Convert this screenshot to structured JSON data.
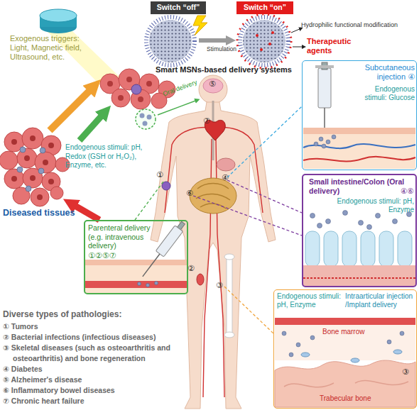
{
  "diagram": {
    "nodes": [
      {
        "text": [
          "Switch “off”"
        ]
      },
      {
        "text": [
          "Switch “on”"
        ]
      },
      {
        "text": [
          "Subcutaneous injection ④",
          "Endogenous stimuli: Glucose"
        ]
      },
      {
        "text": [
          "Small intestine/Colon (Oral delivery)",
          "④⑥",
          "Endogenous stimuli: pH, Enzyme"
        ]
      },
      {
        "text": [
          "Parenteral delivery (e.g. intravenous delivery)",
          "①②⑤⑦"
        ]
      },
      {
        "text": [
          "Endogenous stimuli: pH, Enzyme",
          "Intraarticular injection /Implant delivery"
        ]
      }
    ],
    "labels": [
      "Exogenous triggers: Light, Magnetic field, Ultrasound, etc.",
      "Endogenous stimuli: pH, Redox (GSH or H₂O₂), Enzyme, etc.",
      "Diseased tissues",
      "Stimulation",
      "Hydrophilic functional modification",
      "Therapeutic agents",
      "Smart MSNs-based delivery systems",
      "Oral delivery",
      "①",
      "②",
      "③",
      "④",
      "⑤",
      "⑥",
      "⑦",
      "Bone marrow",
      "Trabecular bone",
      "③",
      "Diverse types of pathologies:",
      "① Tumors",
      "② Bacterial infections (infectious diseases)",
      "③ Skeletal diseases (such as osteoarthritis and osteoarthritis) and bone regeneration",
      "④ Diabetes",
      "⑤ Alzheimer's disease",
      "⑥ Inflammatory bowel diseases",
      "⑦ Chronic heart failure"
    ]
  }
}
